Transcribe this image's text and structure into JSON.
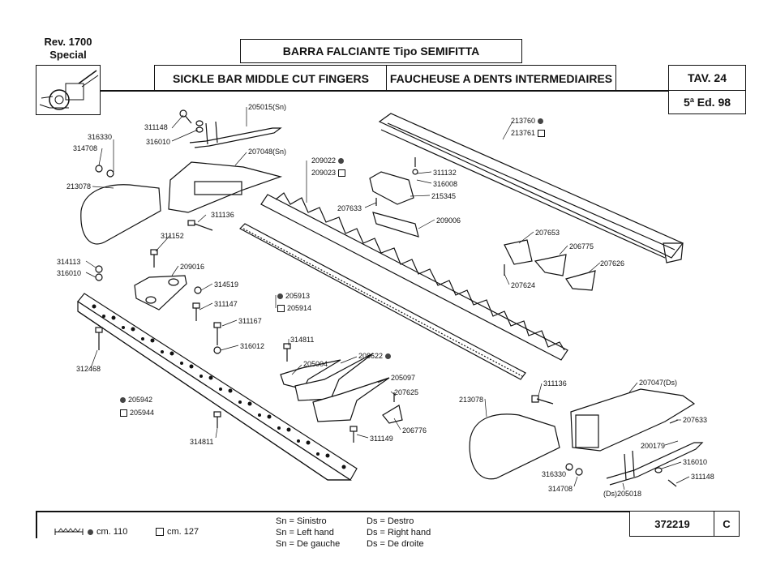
{
  "header": {
    "rev": "Rev. 1700",
    "model": "Special",
    "title_it": "BARRA FALCIANTE Tipo SEMIFITTA",
    "title_en": "SICKLE BAR MIDDLE CUT FINGERS",
    "title_fr": "FAUCHEUSE  A DENTS INTERMEDIAIRES",
    "table": "TAV. 24",
    "edition": "5ª Ed. 98"
  },
  "parts": {
    "p205015": "205015(Sn)",
    "p311148a": "311148",
    "p316010a": "316010",
    "p316330a": "316330",
    "p314708a": "314708",
    "p207048": "207048(Sn)",
    "p213078a": "213078",
    "p311136a": "311136",
    "p209022": "209022",
    "p209023": "209023",
    "p311132": "311132",
    "p316008": "316008",
    "p215345": "215345",
    "p207633a": "207633",
    "p209006": "209006",
    "p213760": "213760",
    "p213761": "213761",
    "p207653": "207653",
    "p206775": "206775",
    "p207626": "207626",
    "p207624": "207624",
    "p311152": "311152",
    "p314113": "314113",
    "p316010b": "316010",
    "p209016": "209016",
    "p314519": "314519",
    "p311147": "311147",
    "p205913": "205913",
    "p205914": "205914",
    "p311167": "311167",
    "p316012": "316012",
    "p312468": "312468",
    "p314811a": "314811",
    "p205004": "205004",
    "p208622": "208622",
    "p205097": "205097",
    "p207625": "207625",
    "p206776": "206776",
    "p311149": "311149",
    "p205942": "205942",
    "p205944": "205944",
    "p314811b": "314811",
    "p311136b": "311136",
    "p207047": "207047(Ds)",
    "p213078b": "213078",
    "p207633b": "207633",
    "p200179": "200179",
    "p316330b": "316330",
    "p316010c": "316010",
    "p314708b": "314708",
    "p311148b": "311148",
    "p205018": "(Ds)205018"
  },
  "footer": {
    "cm110": "cm. 110",
    "cm127": "cm. 127",
    "legend": [
      "Sn = Sinistro",
      "Sn = Left hand",
      "Sn = De gauche",
      "Ds = Destro",
      "Ds = Right hand",
      "Ds = De droite"
    ],
    "code": "372219",
    "letter": "C"
  }
}
